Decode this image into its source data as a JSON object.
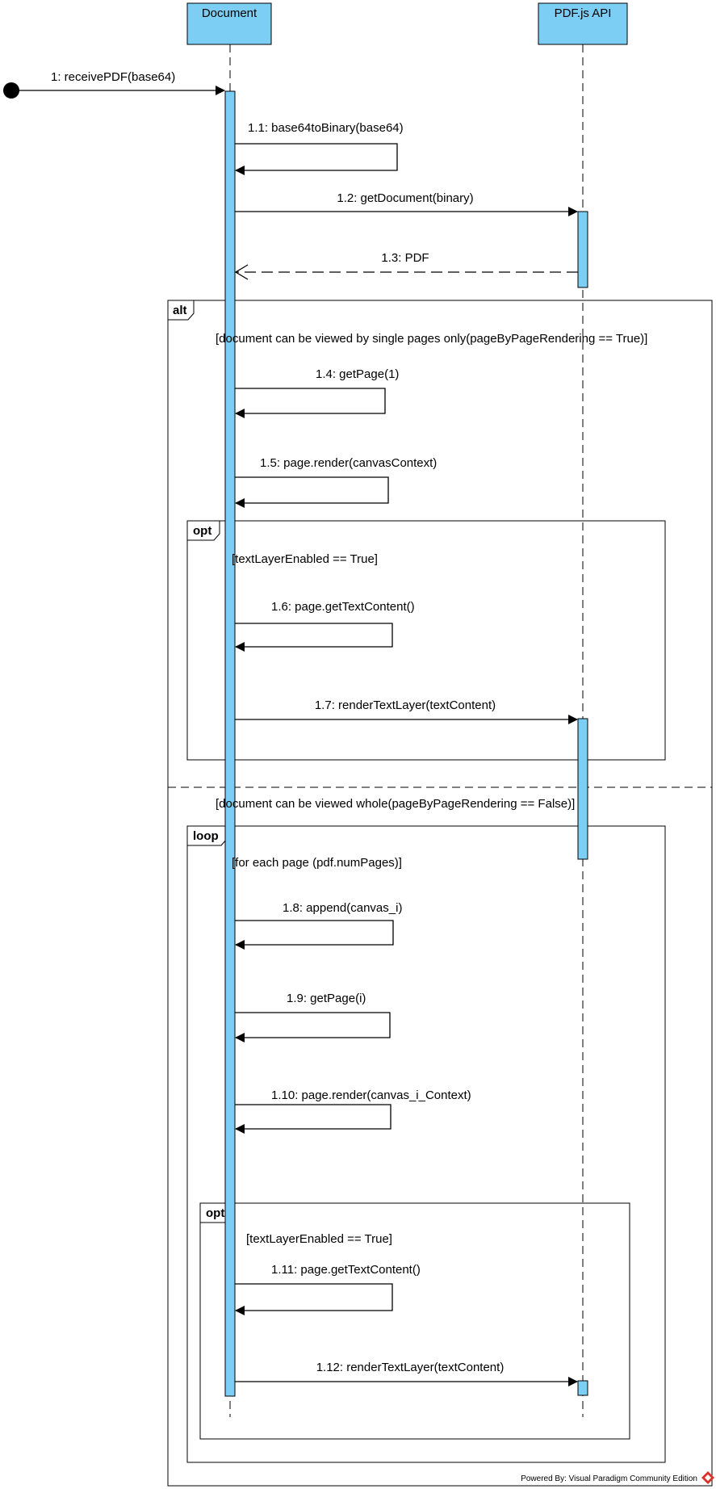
{
  "colors": {
    "box_fill": "#7ccef5",
    "activation_fill": "#7ccef5",
    "line": "#000000",
    "background": "#ffffff"
  },
  "lifelines": [
    {
      "id": "document",
      "label": "Document"
    },
    {
      "id": "pdfjs",
      "label": "PDF.js API"
    }
  ],
  "messages": [
    {
      "id": "m1",
      "label": "1: receivePDF(base64)",
      "kind": "found"
    },
    {
      "id": "m1_1",
      "label": "1.1: base64toBinary(base64)",
      "kind": "self"
    },
    {
      "id": "m1_2",
      "label": "1.2: getDocument(binary)",
      "kind": "call"
    },
    {
      "id": "m1_3",
      "label": "1.3: PDF",
      "kind": "return"
    },
    {
      "id": "m1_4",
      "label": "1.4: getPage(1)",
      "kind": "self"
    },
    {
      "id": "m1_5",
      "label": "1.5: page.render(canvasContext)",
      "kind": "self"
    },
    {
      "id": "m1_6",
      "label": "1.6: page.getTextContent()",
      "kind": "self"
    },
    {
      "id": "m1_7",
      "label": "1.7: renderTextLayer(textContent)",
      "kind": "call"
    },
    {
      "id": "m1_8",
      "label": "1.8: append(canvas_i)",
      "kind": "self"
    },
    {
      "id": "m1_9",
      "label": "1.9: getPage(i)",
      "kind": "self"
    },
    {
      "id": "m1_10",
      "label": "1.10: page.render(canvas_i_Context)",
      "kind": "self"
    },
    {
      "id": "m1_11",
      "label": "1.11: page.getTextContent()",
      "kind": "self"
    },
    {
      "id": "m1_12",
      "label": "1.12: renderTextLayer(textContent)",
      "kind": "call"
    }
  ],
  "fragments": {
    "alt": {
      "operator": "alt",
      "guard_1": "[document can be viewed by single pages only(pageByPageRendering == True)]",
      "guard_2": "[document can be viewed whole(pageByPageRendering == False)]"
    },
    "opt_1": {
      "operator": "opt",
      "guard": "[textLayerEnabled == True]"
    },
    "loop": {
      "operator": "loop",
      "guard": "[for each page (pdf.numPages)]"
    },
    "opt_2": {
      "operator": "opt",
      "guard": "[textLayerEnabled == True]"
    }
  },
  "watermark": {
    "text": "Powered By: Visual Paradigm Community Edition",
    "icon": "visual-paradigm-logo-icon"
  }
}
